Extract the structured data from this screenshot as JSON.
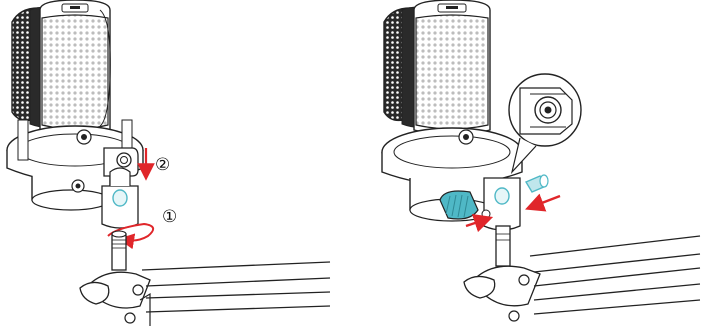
{
  "figure": {
    "panels": [
      {
        "id": "left",
        "steps": [
          {
            "label": "②",
            "arrow_color": "#e0262a"
          },
          {
            "label": "①",
            "arrow_color": "#e0262a"
          }
        ]
      },
      {
        "id": "right",
        "highlight_color": "#4fb8c6",
        "arrow_color": "#e0262a"
      }
    ],
    "colors": {
      "line": "#222222",
      "mesh": "#dcdcdc",
      "arrow": "#e0262a",
      "teal": "#4fb8c6"
    }
  }
}
